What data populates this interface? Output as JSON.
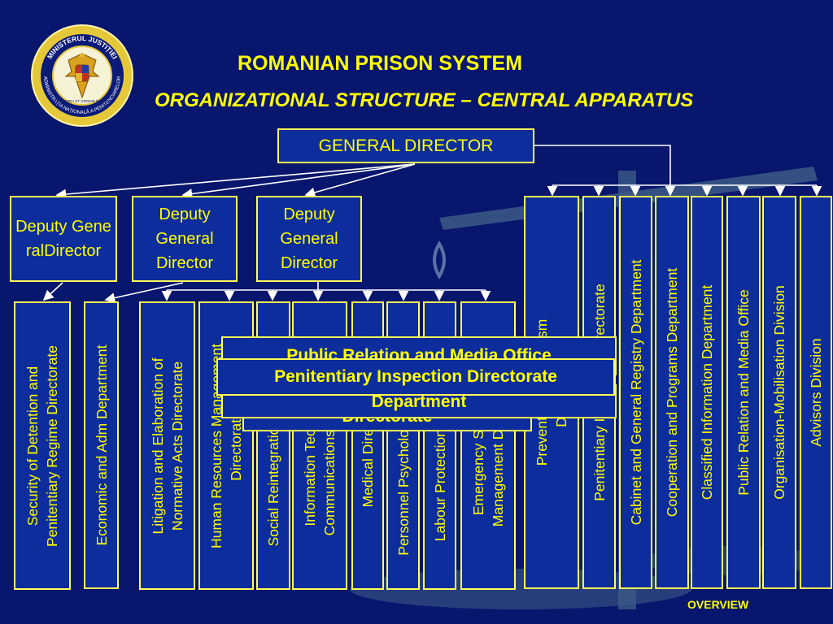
{
  "header": {
    "title": "ROMANIAN PRISON SYSTEM",
    "subtitle": "ORGANIZATIONAL STRUCTURE – CENTRAL APPARATUS"
  },
  "logo": {
    "ring_text_top": "MINISTERUL JUSTIȚIEI",
    "ring_text_bottom": "ADMINISTRAȚIA NAȚIONALĂ A PENITENCIARELOR",
    "motto": "PRO PATRIA ET ORDINE PUBLICA",
    "icon": "coat-of-arms-icon"
  },
  "general_director": "GENERAL DIRECTOR",
  "deputies": [
    "Deputy GeneralDirector",
    "Deputy General Director",
    "Deputy General Director"
  ],
  "departments": [
    "Security of Detention and\nPenitentiary Regime Directorate",
    "Economic and Adm Department",
    "Litigation and Elaboration of\nNormative Acts Directorate",
    "Human Resources Management\nDirectorate",
    "Social Reintegration Directorate",
    "Information Technology &\nCommunications Directorate",
    "Medical Directorate",
    "Personnel Psychology Department",
    "Labour Protection Department",
    "Emergency Situations\nManagement Department",
    "Prevention of Terrorism\nDirectorate",
    "Penitentiary Inspection Directorate",
    "Cabinet and General Registry Department",
    "Cooperation and Programs Department",
    "Classified Information Department",
    "Public Relation and Media Office",
    "Organisation-Mobilisation  Division",
    "Advisors Division"
  ],
  "overlays": [
    "Public Relation and Media Office",
    "Penitentiary Inspection Directorate",
    "Department",
    "Directorate"
  ],
  "footer": {
    "overview_label": "OVERVIEW"
  },
  "colors": {
    "background": "#08166e",
    "box_fill": "#0d2d9c",
    "border": "#ffff55",
    "text": "#ffff00",
    "lines": "#ffffff"
  }
}
